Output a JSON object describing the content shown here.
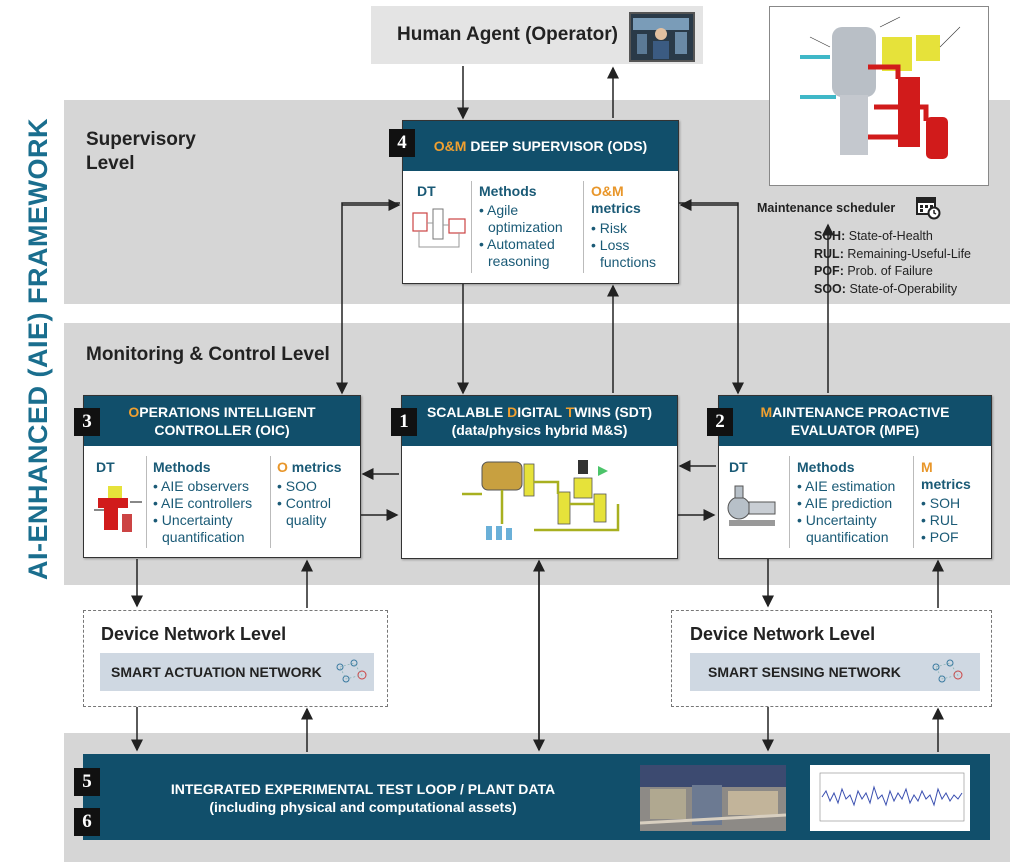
{
  "framework_title": "AI-ENHANCED (AIE) FRAMEWORK",
  "levels": {
    "supervisory": "Supervisory Level",
    "monitoring": "Monitoring & Control Level",
    "device_left": "Device Network Level",
    "device_right": "Device Network Level"
  },
  "human_agent": "Human Agent (Operator)",
  "ods": {
    "number": "4",
    "title_accent": "O&M",
    "title_rest": " DEEP SUPERVISOR (ODS)",
    "dt": "DT",
    "methods_title": "Methods",
    "methods": [
      "Agile optimization",
      "Automated reasoning"
    ],
    "metrics_accent": "O&M",
    "metrics_title": "metrics",
    "metrics": [
      "Risk",
      "Loss functions"
    ]
  },
  "oic": {
    "number": "3",
    "title_line1_accent": "O",
    "title_line1_rest": "PERATIONS INTELLIGENT",
    "title_line2": "CONTROLLER (OIC)",
    "dt": "DT",
    "methods_title": "Methods",
    "methods": [
      "AIE observers",
      "AIE controllers",
      "Uncertainty quantification"
    ],
    "metrics_accent": "O",
    "metrics_title": "metrics",
    "metrics": [
      "SOO",
      "Control quality"
    ]
  },
  "sdt": {
    "number": "1",
    "title_line1_a": "SCALABLE ",
    "title_line1_acc1": "D",
    "title_line1_b": "IGITAL ",
    "title_line1_acc2": "T",
    "title_line1_c": "WINS (SDT)",
    "title_line2": "(data/physics hybrid M&S)"
  },
  "mpe": {
    "number": "2",
    "title_line1_accent": "M",
    "title_line1_rest": "AINTENANCE PROACTIVE",
    "title_line2": "EVALUATOR (MPE)",
    "dt": "DT",
    "methods_title": "Methods",
    "methods": [
      "AIE estimation",
      "AIE prediction",
      "Uncertainty quantification"
    ],
    "metrics_accent": "M",
    "metrics_title": "metrics",
    "metrics": [
      "SOH",
      "RUL",
      "POF"
    ]
  },
  "maintenance_scheduler": "Maintenance scheduler",
  "legend": [
    {
      "abbr": "SOH:",
      "text": "State-of-Health"
    },
    {
      "abbr": "RUL:",
      "text": "Remaining-Useful-Life"
    },
    {
      "abbr": "POF:",
      "text": "Prob. of Failure"
    },
    {
      "abbr": "SOO:",
      "text": "State-of-Operability"
    }
  ],
  "actuation_network": "SMART ACTUATION NETWORK",
  "sensing_network": "SMART SENSING NETWORK",
  "plant": {
    "number_a": "5",
    "number_b": "6",
    "line1": "INTEGRATED EXPERIMENTAL TEST LOOP / PLANT DATA",
    "line2": "(including physical and computational assets)"
  },
  "colors": {
    "header_blue": "#114f6b",
    "title_teal": "#1a6e8e",
    "accent_orange": "#f0a030",
    "band_gray": "#d6d6d6"
  }
}
